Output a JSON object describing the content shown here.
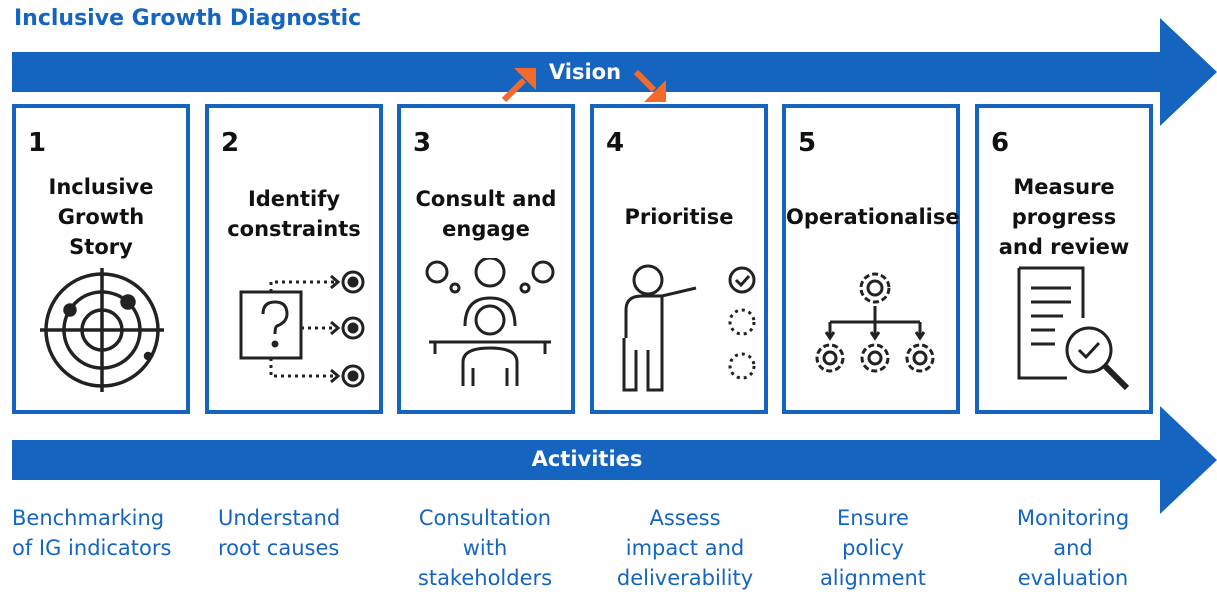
{
  "title": "Inclusive Growth Diagnostic",
  "colors": {
    "accent": "#1565c0",
    "highlight": "#f26b2d",
    "text": "#111111"
  },
  "vision_label": "Vision",
  "activities_label": "Activities",
  "steps": [
    {
      "number": "1",
      "title_lines": [
        "Inclusive",
        "Growth",
        "Story"
      ],
      "icon": "radar-icon"
    },
    {
      "number": "2",
      "title_lines": [
        "Identify",
        "constraints"
      ],
      "icon": "question-targets-icon"
    },
    {
      "number": "3",
      "title_lines": [
        "Consult and",
        "engage"
      ],
      "icon": "meeting-people-icon"
    },
    {
      "number": "4",
      "title_lines": [
        "Prioritise"
      ],
      "icon": "presenter-checklist-icon"
    },
    {
      "number": "5",
      "title_lines": [
        "Operationalise"
      ],
      "icon": "gears-hierarchy-icon"
    },
    {
      "number": "6",
      "title_lines": [
        "Measure",
        "progress",
        "and review"
      ],
      "icon": "document-magnifier-icon"
    }
  ],
  "activities": [
    [
      "Benchmarking",
      "of IG indicators"
    ],
    [
      "Understand",
      "root causes"
    ],
    [
      "Consultation",
      "with",
      "stakeholders"
    ],
    [
      "Assess",
      "impact and",
      "deliverability"
    ],
    [
      "Ensure",
      "policy",
      "alignment"
    ],
    [
      "Monitoring",
      "and",
      "evaluation"
    ]
  ]
}
